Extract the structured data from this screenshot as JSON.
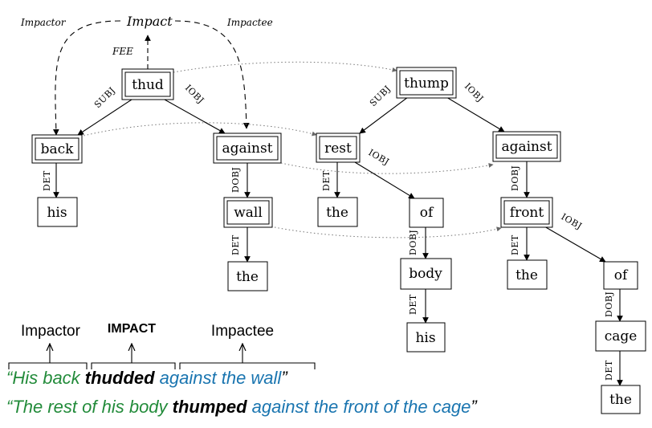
{
  "frame": {
    "name": "Impact",
    "left_role": "Impactor",
    "right_role": "Impactee",
    "fee": "FEE"
  },
  "nodes": {
    "thud": "thud",
    "back": "back",
    "against1": "against",
    "his1": "his",
    "wall": "wall",
    "the1": "the",
    "thump": "thump",
    "rest": "rest",
    "against2": "against",
    "the2": "the",
    "of1": "of",
    "body": "body",
    "his2": "his",
    "front": "front",
    "the3": "the",
    "of2": "of",
    "cage": "cage",
    "the4": "the"
  },
  "edge_labels": {
    "subj": "SUBJ",
    "iobj": "IOBJ",
    "det": "DET",
    "dobj": "DOBJ"
  },
  "legend": {
    "impactor": "Impactor",
    "impact": "IMPACT",
    "impactee": "Impactee"
  },
  "sentences": {
    "s1": {
      "open": "“His back ",
      "verb": "thudded",
      "rest": " against the wall",
      "close": "”"
    },
    "s2": {
      "open": "“The rest of his body ",
      "verb": "thumped",
      "rest": " against the front of the cage",
      "close": "”"
    }
  },
  "colors": {
    "green": "#228b3a",
    "blue": "#1a75b0"
  }
}
